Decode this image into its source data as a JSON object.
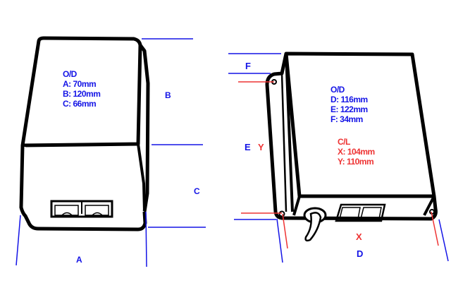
{
  "colors": {
    "outline": "#000000",
    "dimension_blue": "#1414e6",
    "dimension_red": "#ee3333",
    "background": "#ffffff"
  },
  "left_device": {
    "spec_block": {
      "heading": "O/D",
      "lines": [
        "A: 70mm",
        "B: 120mm",
        "C: 66mm"
      ]
    },
    "dimension_labels": {
      "a": "A",
      "b": "B",
      "c": "C"
    }
  },
  "right_device": {
    "od_block": {
      "heading": "O/D",
      "lines": [
        "D: 116mm",
        "E: 122mm",
        "F: 34mm"
      ]
    },
    "cl_block": {
      "heading": "C/L",
      "lines": [
        "X: 104mm",
        "Y: 110mm"
      ]
    },
    "dimension_labels": {
      "d": "D",
      "e": "E",
      "f": "F",
      "x": "X",
      "y": "Y"
    }
  }
}
